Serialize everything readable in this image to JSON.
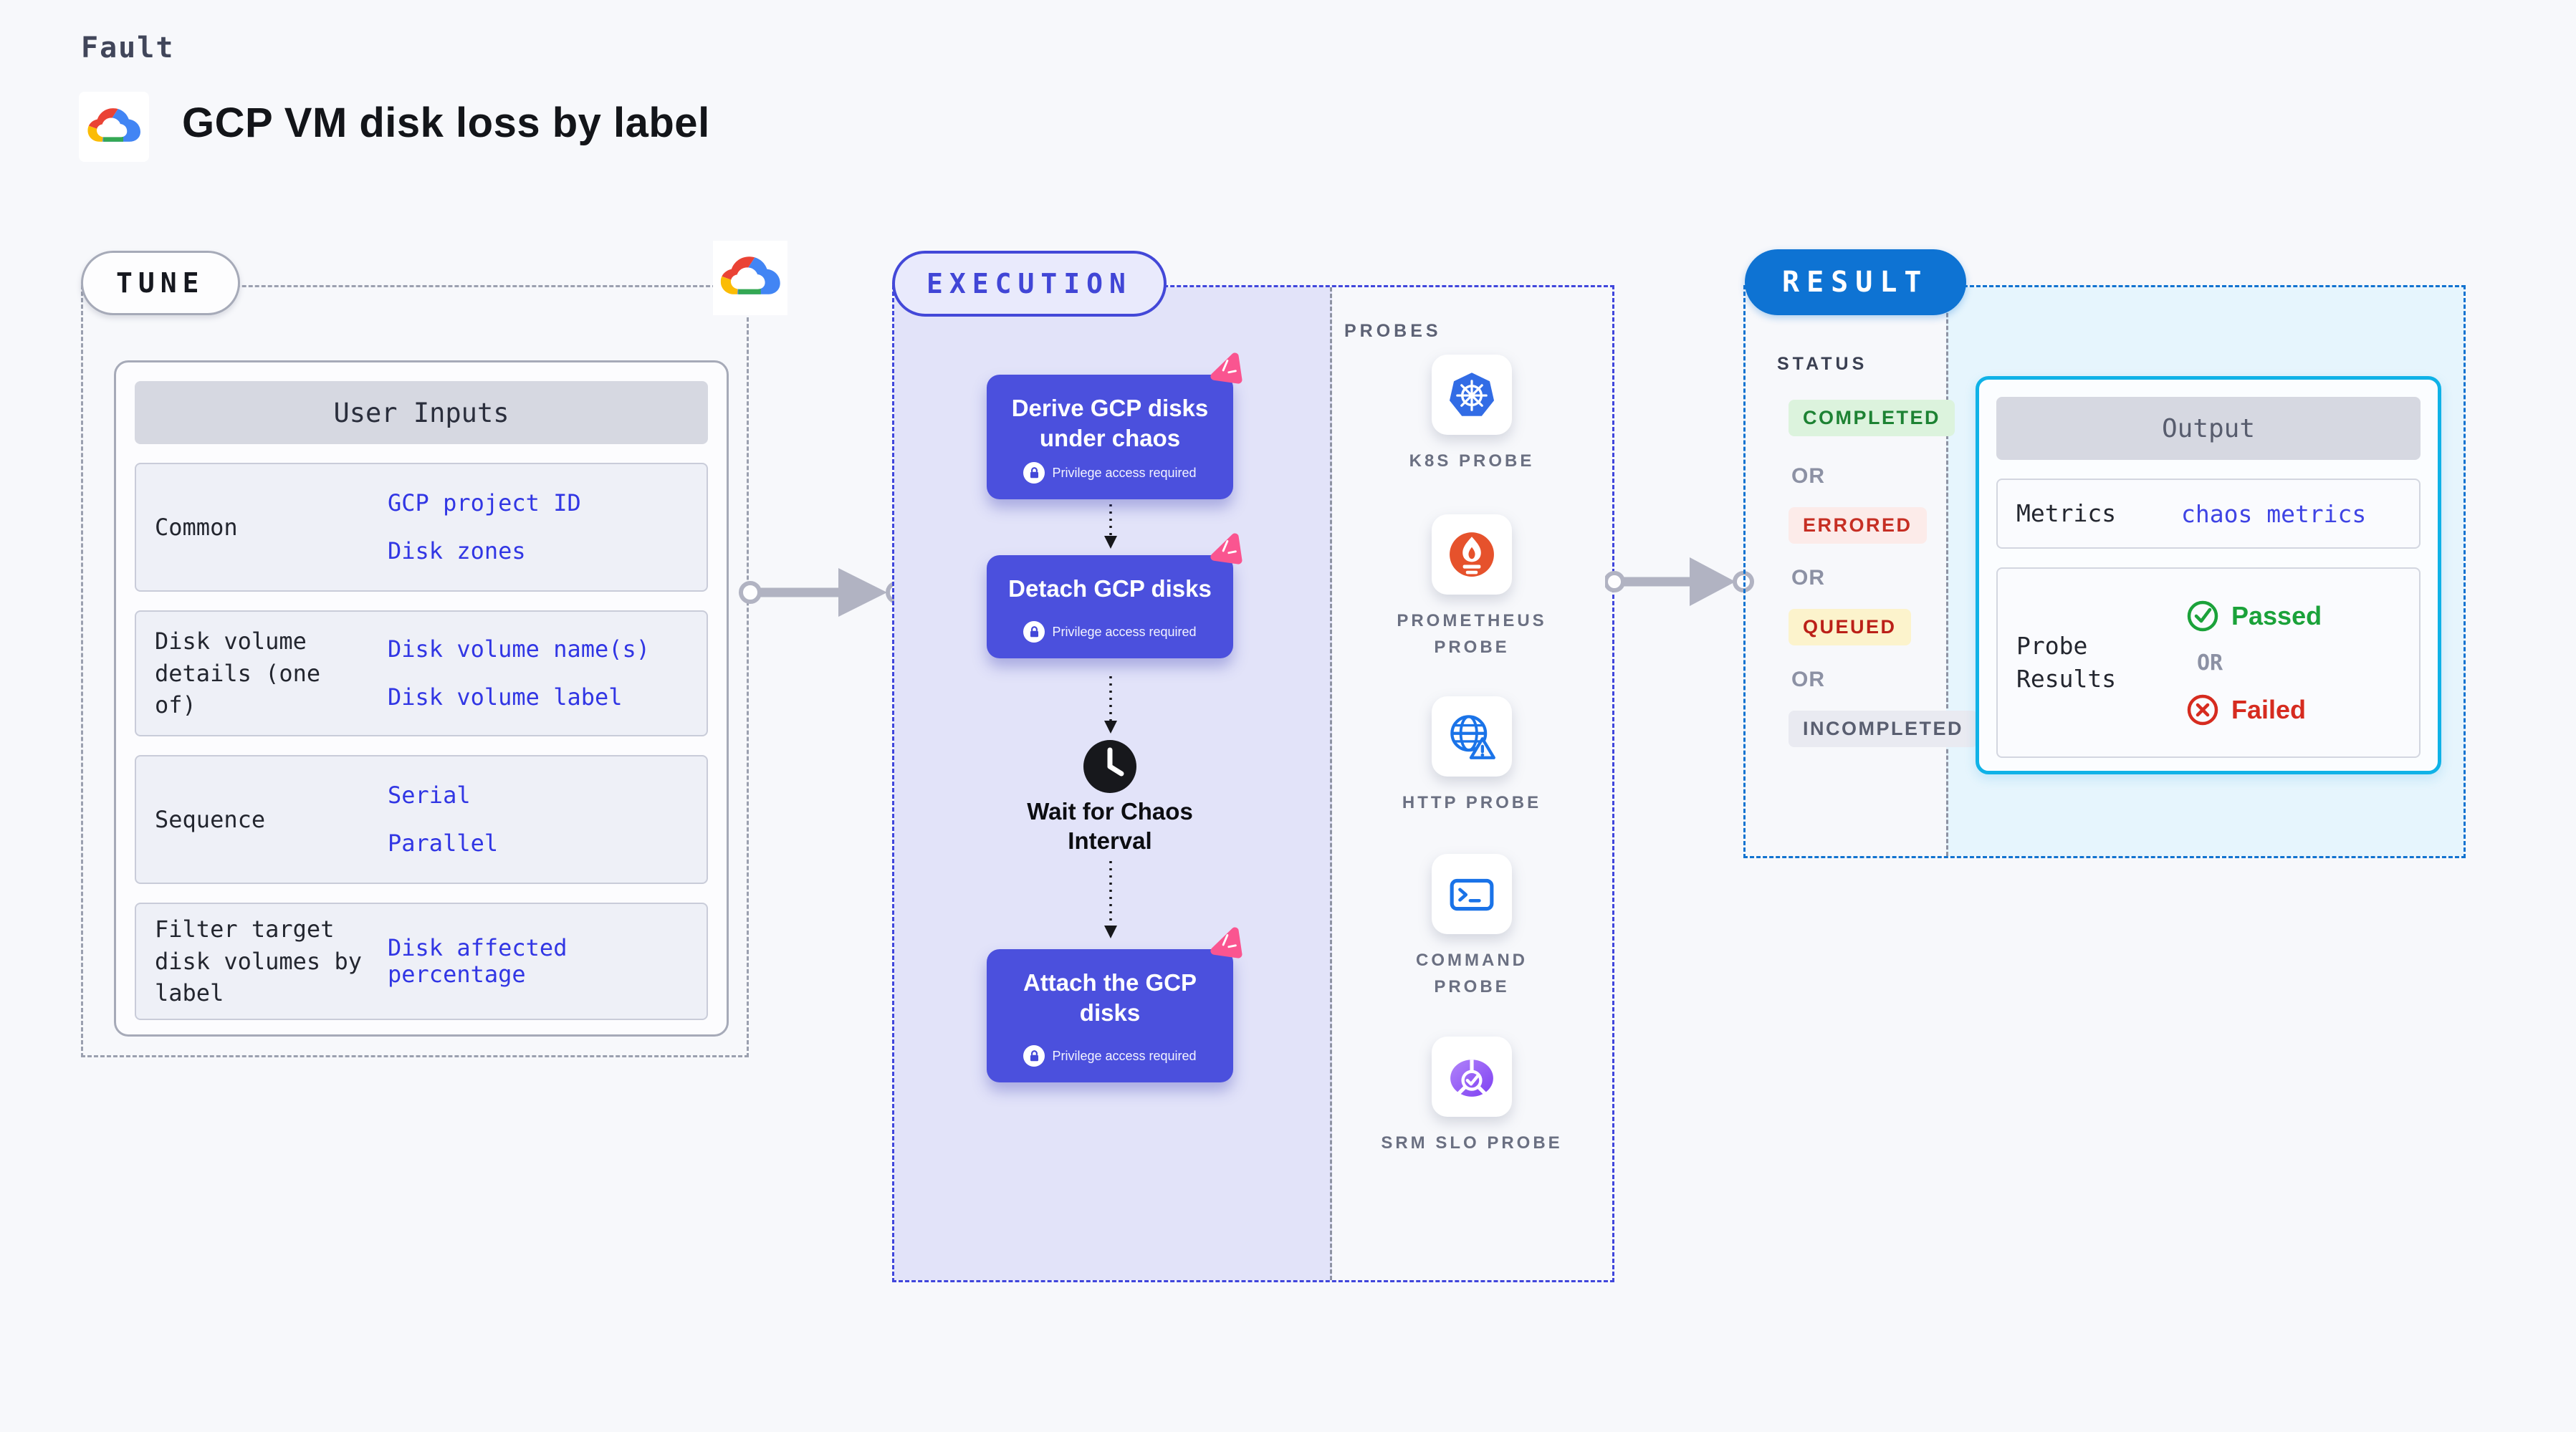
{
  "header": {
    "kicker": "Fault",
    "title": "GCP VM disk loss by label",
    "logo_icon": "gcp-cloud-icon"
  },
  "tune": {
    "badge": "TUNE",
    "corner_icon": "gcp-cloud-icon",
    "table": {
      "title": "User Inputs",
      "rows": [
        {
          "label": "Common",
          "values": [
            "GCP project ID",
            "Disk zones"
          ]
        },
        {
          "label": "Disk volume details (one of)",
          "values": [
            "Disk volume name(s)",
            "Disk volume label"
          ]
        },
        {
          "label": "Sequence",
          "values": [
            "Serial",
            "Parallel"
          ]
        },
        {
          "label": "Filter target disk volumes by label",
          "values": [
            "Disk affected percentage"
          ]
        }
      ]
    }
  },
  "execution": {
    "badge": "EXECUTION",
    "privilege_note": "Privilege access required",
    "steps": [
      {
        "title": "Derive GCP disks under chaos",
        "icon": "litmus-chaos-icon"
      },
      {
        "title": "Detach GCP disks",
        "icon": "litmus-chaos-icon"
      },
      {
        "title": "Attach the GCP disks",
        "icon": "litmus-chaos-icon"
      }
    ],
    "wait_step": "Wait for Chaos Interval",
    "wait_icon": "clock-icon"
  },
  "probes": {
    "title": "PROBES",
    "items": [
      {
        "label": "K8S PROBE",
        "icon": "kubernetes-icon"
      },
      {
        "label": "PROMETHEUS PROBE",
        "icon": "prometheus-icon"
      },
      {
        "label": "HTTP PROBE",
        "icon": "http-globe-icon"
      },
      {
        "label": "COMMAND PROBE",
        "icon": "terminal-icon"
      },
      {
        "label": "SRM SLO PROBE",
        "icon": "srm-slo-icon"
      }
    ]
  },
  "result": {
    "badge": "RESULT",
    "status_title": "STATUS",
    "or_label": "OR",
    "statuses": [
      {
        "label": "COMPLETED"
      },
      {
        "label": "ERRORED"
      },
      {
        "label": "QUEUED"
      },
      {
        "label": "INCOMPLETED"
      }
    ],
    "output": {
      "title": "Output",
      "metrics_label": "Metrics",
      "metrics_value": "chaos metrics",
      "probe_results_label": "Probe Results",
      "passed_label": "Passed",
      "failed_label": "Failed"
    }
  },
  "colors": {
    "page_bg": "#f7f8fb",
    "node_indigo": "#4b50dd",
    "execution_fill": "#e2e3f9",
    "execution_border": "#4046dc",
    "tune_border": "#9ba0af",
    "result_border": "#1173d0",
    "result_fill": "#e6f5fd",
    "result_pill": "#0e73d3",
    "output_border": "#0fb2e7",
    "completed_green": "#1d8233",
    "errored_red": "#c62f24",
    "queued_yellow_bg": "#fcf3cc",
    "passed_green": "#1ba23a",
    "failed_red": "#d62b1f",
    "value_blue": "#3136e4",
    "litmus_pink": "#fa5590",
    "arrow_gray": "#b1b3c2"
  }
}
